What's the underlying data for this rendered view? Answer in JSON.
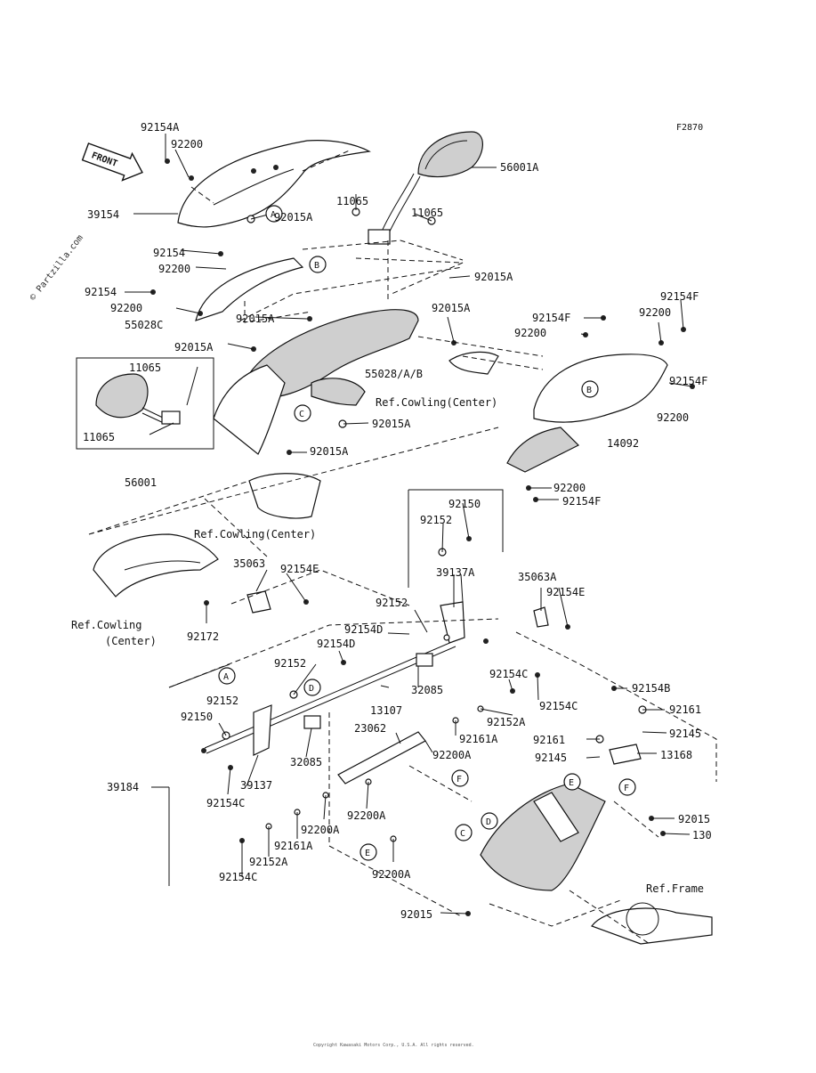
{
  "diagram": {
    "figure_code": "F2870",
    "front_badge": "FRONT",
    "watermark": "© Partzilla.com",
    "copyright": "Copyright Kawasaki Motors Corp., U.S.A. All rights reserved.",
    "callout_letters": [
      "A",
      "B",
      "B",
      "C",
      "A",
      "D",
      "C",
      "D",
      "E",
      "E",
      "F",
      "F"
    ],
    "labels": {
      "l1": "92154A",
      "l2": "92200",
      "l3": "39154",
      "l4": "92015A",
      "l5": "11065",
      "l6": "11065",
      "l7": "56001A",
      "l8": "92154",
      "l9": "92200",
      "l10": "92154",
      "l11": "92200",
      "l12": "55028C",
      "l13": "92015A",
      "l14": "92015A",
      "l15": "92015A",
      "l16": "92015A",
      "l17": "55028/A/B",
      "l18": "Ref.Cowling(Center)",
      "l19": "92015A",
      "l20": "92015A",
      "l21": "11065",
      "l22": "11065",
      "l23": "92154F",
      "l24": "92200",
      "l25": "92154F",
      "l26": "92200",
      "l27": "92154F",
      "l28": "92200",
      "l29": "14092",
      "l30": "92200",
      "l31": "92154F",
      "l32": "56001",
      "l33": "Ref.Cowling(Center)",
      "l34": "Ref.Cowling",
      "l35": "(Center)",
      "l36": "92172",
      "l37": "35063",
      "l38": "92154E",
      "l39": "92150",
      "l40": "92152",
      "l41": "39137A",
      "l42": "35063A",
      "l43": "92154E",
      "l44": "92152",
      "l45": "92154D",
      "l46": "92154D",
      "l47": "92152",
      "l48": "32085",
      "l49": "13107",
      "l50": "92154C",
      "l51": "92154C",
      "l52": "92152",
      "l53": "92150",
      "l54": "32085",
      "l55": "39137",
      "l56": "92154C",
      "l57": "23062",
      "l58": "92152A",
      "l59": "92161A",
      "l60": "92200A",
      "l61": "92154B",
      "l62": "92161",
      "l63": "92145",
      "l64": "92161",
      "l65": "92145",
      "l66": "13168",
      "l67": "39184",
      "l68": "92200A",
      "l69": "92200A",
      "l70": "92161A",
      "l71": "92152A",
      "l72": "92154C",
      "l73": "92200A",
      "l74": "92015",
      "l75": "130",
      "l76": "Ref.Frame",
      "l77": "92015"
    }
  }
}
